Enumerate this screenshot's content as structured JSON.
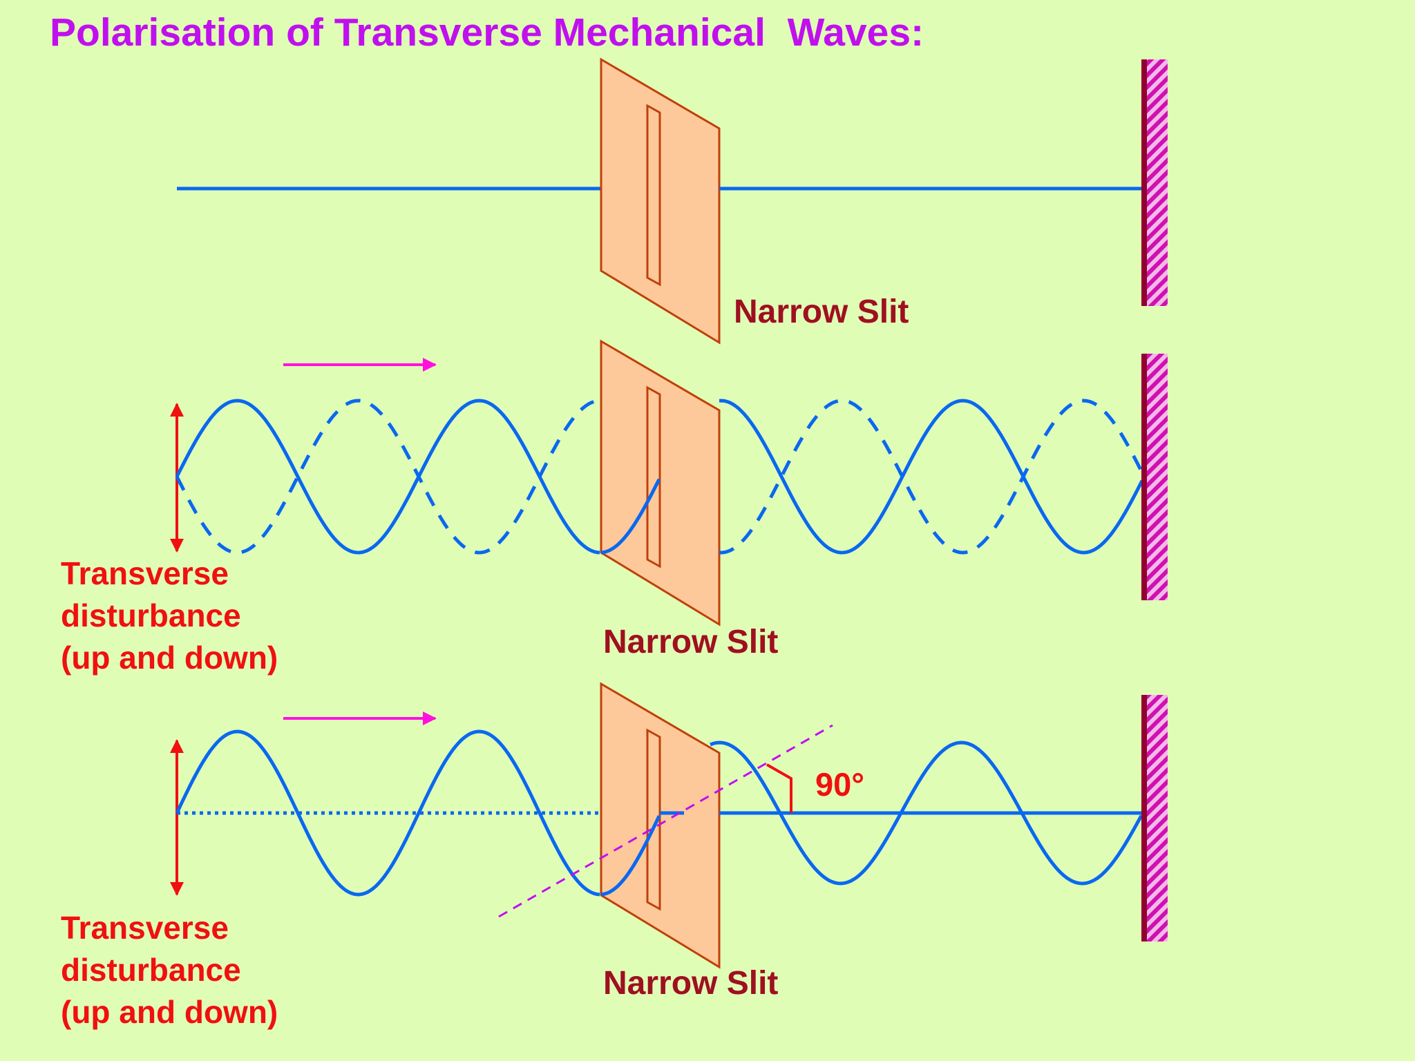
{
  "title": "Polarisation of Transverse Mechanical  Waves:",
  "panels": [
    {
      "slit_label": "Narrow Slit"
    },
    {
      "slit_label": "Narrow Slit",
      "disturbance_label": [
        "Transverse",
        "disturbance",
        "(up and down)"
      ]
    },
    {
      "slit_label": "Narrow Slit",
      "disturbance_label": [
        "Transverse",
        "disturbance",
        "(up and down)"
      ],
      "angle_label": "90°"
    }
  ],
  "colors": {
    "background": "#e0fdb6",
    "title": "#c010ee",
    "string": "#0a68f0",
    "slit_fill": "#fdc99a",
    "slit_stroke": "#c0400a",
    "slit_label": "#9e1020",
    "disturbance": "#f01010",
    "direction_arrow": "#ff10e0",
    "wall": "#d010b0",
    "wall_dark": "#900030"
  }
}
